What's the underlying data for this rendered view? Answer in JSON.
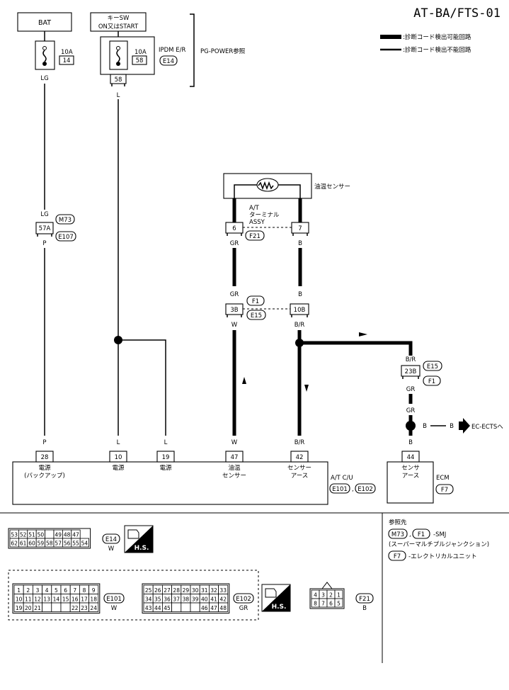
{
  "title": "AT-BA/FTS-01",
  "legend": {
    "thick_label": ":診断コード検出可能回路",
    "thin_label": ":診断コード検出不能回路"
  },
  "power": {
    "bat": "BAT",
    "key_sw_line1": "キーSW",
    "key_sw_line2": "ON又はSTART",
    "fuse_rating": "10A",
    "fuse1_no": "14",
    "fuse2_no": "58",
    "ipdm": "IPDM E/R",
    "ipdm_conn": "E14",
    "pg_ref": "PG-POWER参照",
    "ipdm_pin": "58"
  },
  "wires": {
    "lg": "LG",
    "l": "L",
    "p": "P",
    "gr": "GR",
    "b": "B",
    "w": "W",
    "br": "B/R"
  },
  "connectors": {
    "c57a": "57A",
    "m73": "M73",
    "e107": "E107",
    "pin6": "6",
    "pin7": "7",
    "f21": "F21",
    "c3b": "3B",
    "c10b": "10B",
    "f1": "F1",
    "e15": "E15",
    "c23b": "23B"
  },
  "sensor": {
    "name": "油温センサー",
    "terminal_line1": "A/T",
    "terminal_line2": "ターミナル",
    "terminal_line3": "ASSY"
  },
  "tcu": {
    "pin28": "28",
    "pin10": "10",
    "pin19": "19",
    "pin47": "47",
    "pin42": "42",
    "lbl_power": "電源",
    "lbl_backup": "(バックアップ)",
    "lbl_oil1": "油温",
    "lbl_oil2": "センサー",
    "lbl_gnd1": "センサー",
    "lbl_gnd2": "アース",
    "name": "A/T C/U",
    "conn1": "E101",
    "sep": ",",
    "conn2": "E102"
  },
  "ecm": {
    "pin44": "44",
    "lbl1": "センサ",
    "lbl2": "アース",
    "name": "ECM",
    "conn": "F7",
    "b1": "B",
    "b2": "B",
    "ref": "EC-ECTSへ"
  },
  "ref_box": {
    "heading": "参照先",
    "m73": "M73",
    "comma": ",",
    "f1": "F1",
    "smj": "-SMJ",
    "smj_desc": "(スーパーマルチプルジャンクション)",
    "f7": "F7",
    "f7_desc": "-エレクトリカルユニット"
  },
  "connector_faces": {
    "e14": {
      "name": "E14",
      "color": "W",
      "row1": [
        "53",
        "52",
        "51",
        "50",
        "",
        "49",
        "48",
        "47"
      ],
      "row2": [
        "62",
        "61",
        "60",
        "59",
        "58",
        "57",
        "56",
        "55",
        "54"
      ]
    },
    "e101": {
      "name": "E101",
      "color": "W",
      "row1": [
        "1",
        "2",
        "3",
        "4",
        "5",
        "6",
        "7",
        "8",
        "9"
      ],
      "row2": [
        "10",
        "11",
        "12",
        "13",
        "14",
        "15",
        "16",
        "17",
        "18"
      ],
      "row3": [
        "19",
        "20",
        "21",
        "",
        "",
        "",
        "22",
        "23",
        "24"
      ]
    },
    "e102": {
      "name": "E102",
      "color": "GR",
      "row1": [
        "25",
        "26",
        "27",
        "28",
        "29",
        "30",
        "31",
        "32",
        "33"
      ],
      "row2": [
        "34",
        "35",
        "36",
        "37",
        "38",
        "39",
        "40",
        "41",
        "42"
      ],
      "row3": [
        "43",
        "44",
        "45",
        "",
        "",
        "",
        "46",
        "47",
        "48"
      ]
    },
    "f21": {
      "name": "F21",
      "color": "B",
      "row1": [
        "4",
        "3",
        "2",
        "1"
      ],
      "row2": [
        "8",
        "7",
        "6",
        "5"
      ]
    },
    "hs": "H.S."
  }
}
